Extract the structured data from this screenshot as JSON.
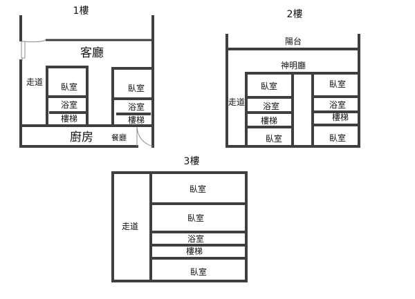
{
  "floors": {
    "f1": {
      "title": "1樓",
      "rooms": {
        "living": "客廳",
        "corridor": "走道",
        "bedroom_left": "臥室",
        "bath_left": "浴室",
        "stairs_left": "樓梯",
        "bedroom_right": "臥室",
        "bath_right": "浴室",
        "stairs_right": "樓梯",
        "kitchen": "廚房",
        "dining": "餐廳"
      }
    },
    "f2": {
      "title": "2樓",
      "rooms": {
        "balcony": "陽台",
        "shrine": "神明廳",
        "corridor": "走道",
        "bedroom_tl": "臥室",
        "bath_l": "浴室",
        "stairs_l": "樓梯",
        "bedroom_bl": "臥室",
        "bedroom_tr": "臥室",
        "bath_r": "浴室",
        "stairs_r": "樓梯",
        "bedroom_br": "臥室"
      }
    },
    "f3": {
      "title": "3樓",
      "rooms": {
        "corridor": "走道",
        "bedroom_1": "臥室",
        "bedroom_2": "臥室",
        "bath": "浴室",
        "stairs": "樓梯",
        "bedroom_3": "臥室"
      }
    }
  }
}
